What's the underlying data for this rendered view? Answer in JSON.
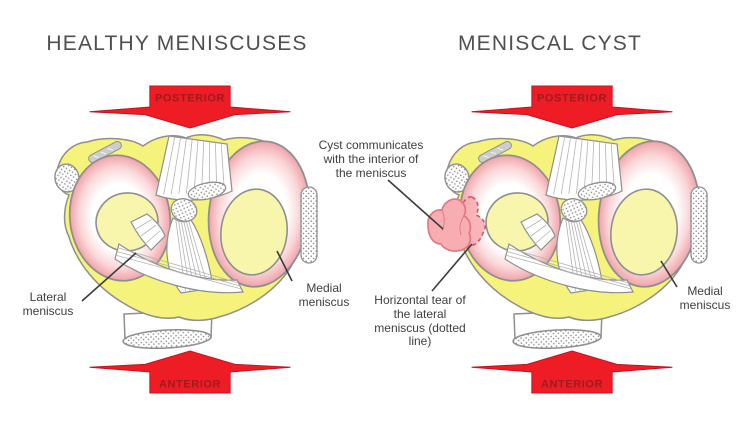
{
  "panels": {
    "left": {
      "title": "HEALTHY MENISCUSES",
      "posterior": "POSTERIOR",
      "anterior": "ANTERIOR",
      "labels": {
        "lateral": "Lateral meniscus",
        "medial": "Medial meniscus"
      }
    },
    "right": {
      "title": "MENISCAL CYST",
      "posterior": "POSTERIOR",
      "anterior": "ANTERIOR",
      "labels": {
        "cyst": "Cyst communicates with the interior of the meniscus",
        "tear": "Horizontal tear of the lateral meniscus (dotted line)",
        "medial": "Medial meniscus"
      }
    }
  },
  "colors": {
    "arrow_red": "#ee1c24",
    "arrow_outline": "#c8101e",
    "arrow_text": "#9e1b1f",
    "plateau_yellow": "#f5f37b",
    "hole_yellow": "#f8f6ad",
    "meniscus_pink": "#f0a3a9",
    "meniscus_mid": "#fad7d9",
    "cyst_pink": "#f7adb2",
    "cyst_stroke": "#e37882",
    "tear_dash": "#e14f5c",
    "outline_gray": "#8f8f8f",
    "hatch_gray": "#b3b3b3",
    "title_gray": "#4f4f4f",
    "label_gray": "#3e3e3e",
    "leader_line": "#3c3c3c"
  }
}
